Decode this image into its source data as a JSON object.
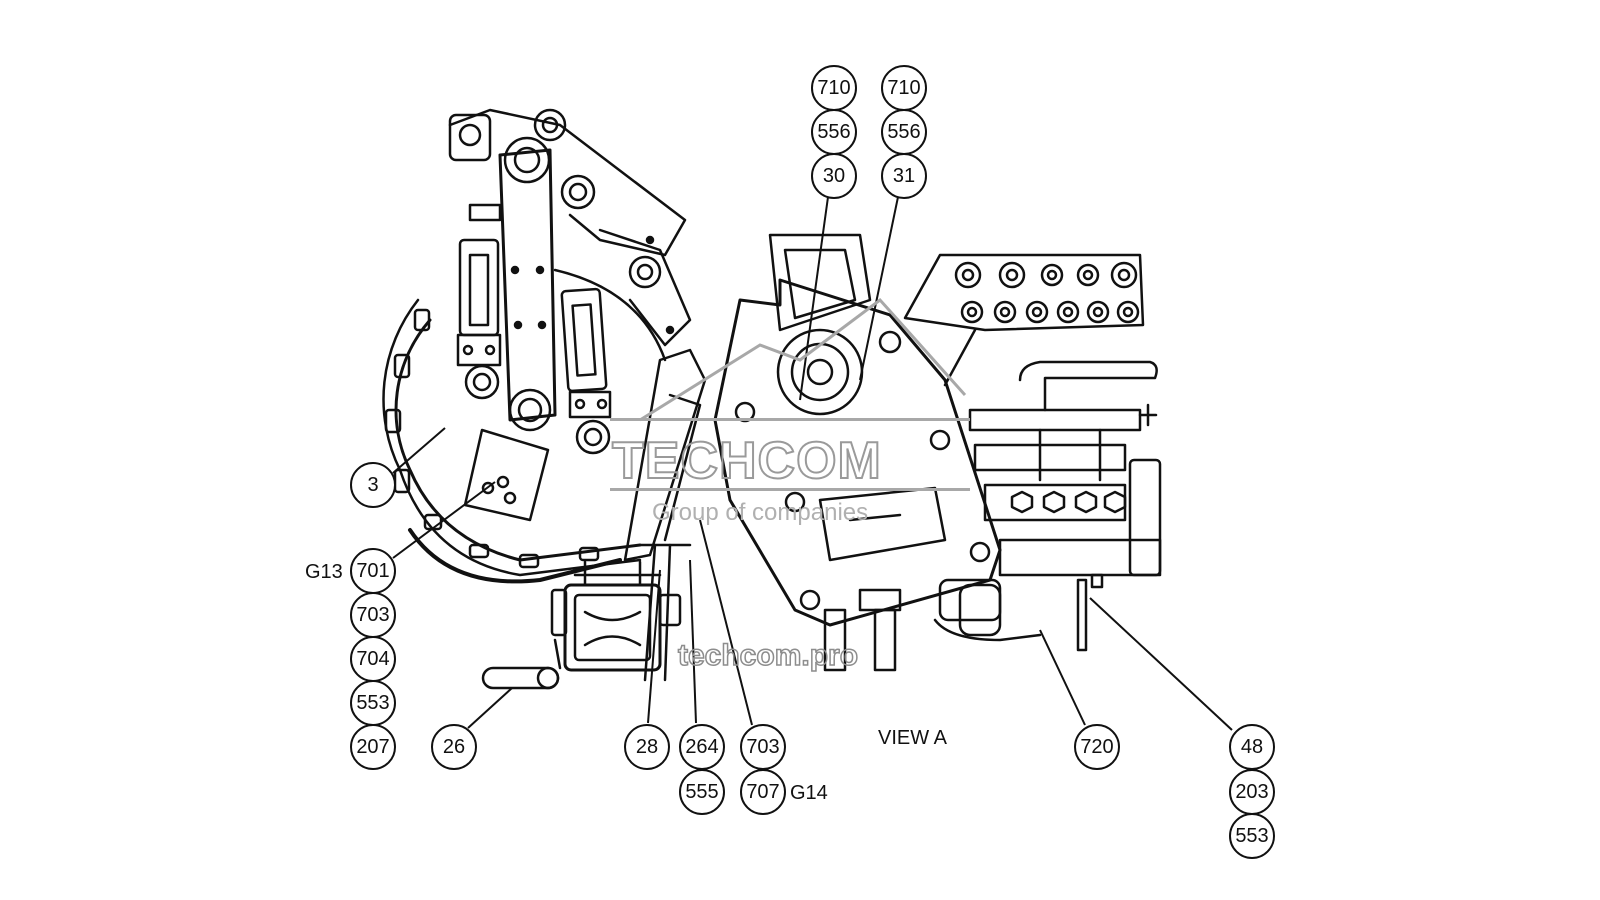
{
  "view_label": "VIEW A",
  "group_labels": {
    "g13": "G13",
    "g14": "G14"
  },
  "watermark": {
    "brand": "TECHCOM",
    "tagline": "Group of companies",
    "url": "techcom.pro"
  },
  "callouts": {
    "b710a": "710",
    "b556a": "556",
    "b30": "30",
    "b710b": "710",
    "b556b": "556",
    "b31": "31",
    "b3": "3",
    "b701": "701",
    "b703a": "703",
    "b704": "704",
    "b553a": "553",
    "b207": "207",
    "b26": "26",
    "b28": "28",
    "b264": "264",
    "b703b": "703",
    "b555": "555",
    "b707": "707",
    "b720": "720",
    "b48": "48",
    "b203": "203",
    "b553b": "553"
  }
}
